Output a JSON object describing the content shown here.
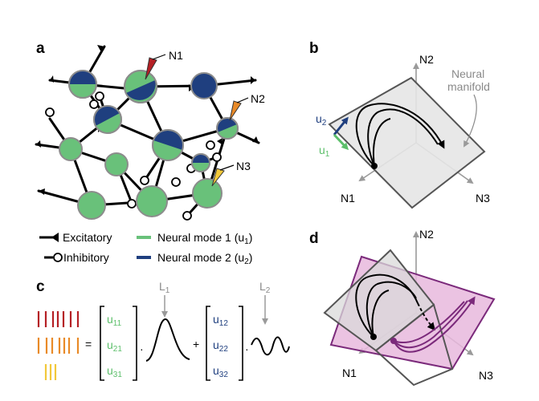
{
  "colors": {
    "green": "#69c17a",
    "blue": "#1f3f7f",
    "red": "#b52025",
    "orange": "#e98a27",
    "yellow": "#f2c83a",
    "grey_plane": "#e6e6e6",
    "pink_plane": "#e7b9dd",
    "purple": "#7b2a7b"
  },
  "panels": {
    "a": {
      "letter": "a",
      "electrodes": [
        "N1",
        "N2",
        "N3"
      ],
      "legend": {
        "excitatory": "Excitatory",
        "inhibitory": "Inhibitory",
        "mode1": "Neural mode 1 (u",
        "mode1_sub": "1",
        "mode2": "Neural mode 2 (u",
        "mode2_sub": "2",
        "close": ")"
      }
    },
    "b": {
      "letter": "b",
      "axes": {
        "n1": "N1",
        "n2": "N2",
        "n3": "N3"
      },
      "manifold_line1": "Neural",
      "manifold_line2": "manifold",
      "u1": "u",
      "u1_sub": "1",
      "u2": "u",
      "u2_sub": "2"
    },
    "c": {
      "letter": "c",
      "equals": "=",
      "plus": "+",
      "dot": "·",
      "u_base": "u",
      "vec1": [
        "11",
        "21",
        "31"
      ],
      "vec2": [
        "12",
        "22",
        "32"
      ],
      "l1": "L",
      "l1_sub": "1",
      "l2": "L",
      "l2_sub": "2"
    },
    "d": {
      "letter": "d",
      "axes": {
        "n1": "N1",
        "n2": "N2",
        "n3": "N3"
      }
    }
  }
}
